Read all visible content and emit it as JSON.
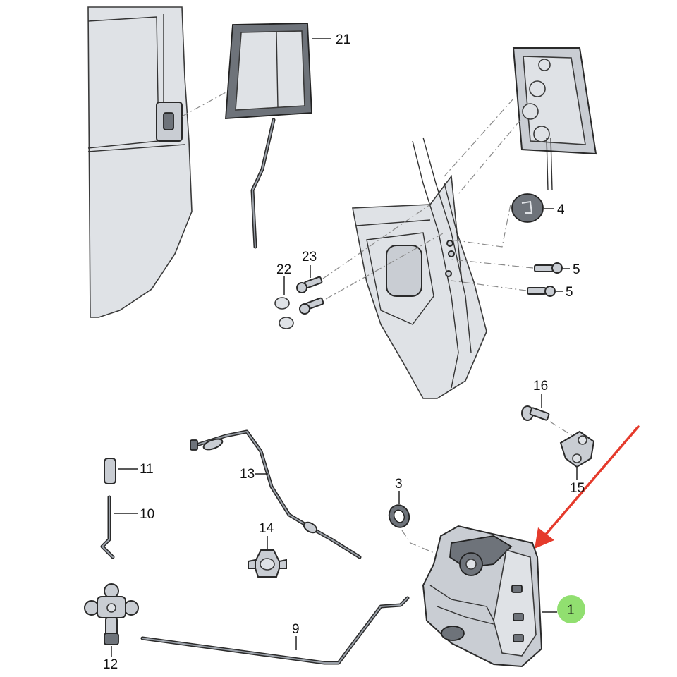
{
  "labels": {
    "l1": "1",
    "l3": "3",
    "l4": "4",
    "l5a": "5",
    "l5b": "5",
    "l9": "9",
    "l10": "10",
    "l11": "11",
    "l12": "12",
    "l13": "13",
    "l14": "14",
    "l15": "15",
    "l16": "16",
    "l21": "21",
    "l22": "22",
    "l23": "23"
  },
  "colors": {
    "highlight_arrow": "#e53b2c",
    "highlight_badge": "#7ed957",
    "part_fill": "#c9cdd3",
    "line": "#222222"
  }
}
